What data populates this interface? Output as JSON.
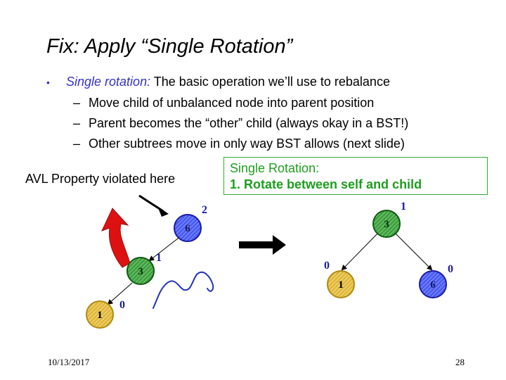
{
  "slide": {
    "title": "Fix: Apply “Single Rotation”",
    "bullet": {
      "term": "Single rotation:",
      "text": " The basic operation we’ll use to rebalance"
    },
    "subbullets": [
      "Move child of unbalanced node into parent position",
      "Parent becomes the “other” child (always okay in a BST!)",
      "Other subtrees move in only way BST allows (next slide)"
    ],
    "callout": {
      "line1": "Single Rotation:",
      "line2": "1. Rotate between self and child"
    },
    "note": "AVL Property violated here",
    "footer": {
      "date": "10/13/2017",
      "page": "28"
    }
  },
  "diagram": {
    "before": {
      "nodes": [
        {
          "key": "6",
          "balance": "2",
          "color": "blue"
        },
        {
          "key": "3",
          "balance": "1",
          "color": "green"
        },
        {
          "key": "1",
          "balance": "0",
          "color": "gold"
        }
      ]
    },
    "after": {
      "nodes": [
        {
          "key": "3",
          "balance": "1",
          "color": "green"
        },
        {
          "key": "1",
          "balance": "0",
          "color": "gold"
        },
        {
          "key": "6",
          "balance": "0",
          "color": "blue"
        }
      ]
    },
    "colors": {
      "blue_fill": "#5a6cff",
      "blue_stroke": "#1a1aa8",
      "green_fill": "#4ab04a",
      "green_stroke": "#0f5a0f",
      "gold_fill": "#e6c24a",
      "gold_stroke": "#b08a10",
      "rotate_arrow": "#dd1111",
      "ink": "#2233bb"
    }
  }
}
